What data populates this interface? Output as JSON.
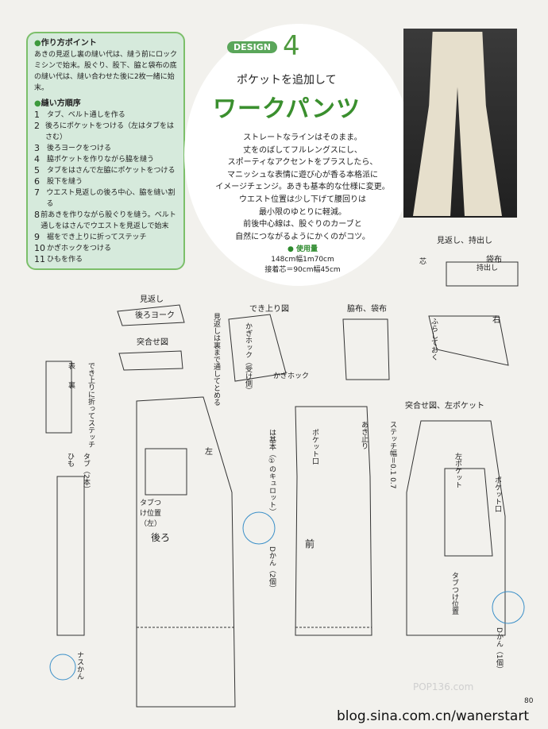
{
  "points_box": {
    "heading1": "作り方ポイント",
    "text1": "あきの見返し裏の縫い代は、縫う前にロックミシンで始末。股ぐり、股下、脇と袋布の底の縫い代は、縫い合わせた後に2枚一緒に始末。",
    "heading2": "縫い方順序",
    "steps": [
      {
        "n": "1",
        "t": "タブ、ベルト通しを作る"
      },
      {
        "n": "2",
        "t": "後ろにポケットをつける（左はタブをはさむ）"
      },
      {
        "n": "3",
        "t": "後ろヨークをつける"
      },
      {
        "n": "4",
        "t": "脇ポケットを作りながら脇を縫う"
      },
      {
        "n": "5",
        "t": "タブをはさんで左脇にポケットをつける"
      },
      {
        "n": "6",
        "t": "股下を縫う"
      },
      {
        "n": "7",
        "t": "ウエスト見返しの後ろ中心、脇を縫い割る"
      },
      {
        "n": "8",
        "t": "前あきを作りながら股ぐりを縫う。ベルト通しをはさんでウエストを見返しで始末"
      },
      {
        "n": "9",
        "t": "裾をでき上りに折ってステッチ"
      },
      {
        "n": "10",
        "t": "かぎホックをつける"
      },
      {
        "n": "11",
        "t": "ひもを作る"
      }
    ]
  },
  "header": {
    "design_label": "DESIGN",
    "design_number": "4",
    "subtitle": "ポケットを追加して",
    "title": "ワークパンツ",
    "description": [
      "ストレートなラインはそのまま。",
      "丈をのばしてフルレングスにし、",
      "スポーティなアクセントをプラスしたら、",
      "マニッシュな表情に遊び心が香る本格派に",
      "イメージチェンジ。あきも基本的な仕様に変更。",
      "ウエスト位置は少し下げて腰回りは",
      "最小限のゆとりに軽減。",
      "前後中心線は、股ぐりのカーブと",
      "自然につながるようにかくのがコツ。"
    ],
    "usage_heading": "使用量",
    "usage_lines": [
      "148cm幅1m70cm",
      "接着芯＝90cm幅45cm"
    ]
  },
  "labels": {
    "mikaeshi": "見返し",
    "ushiro_yoke": "後ろヨーク",
    "awase": "突合せ図",
    "dekiagari": "でき上り図",
    "wakinuno": "脇布、袋布",
    "mikaeshi_mochidashi": "見返し、持出し",
    "awase_left_pocket": "突合せ図、左ポケット",
    "himo": "ひも",
    "tab": "タブ（2本）",
    "ushiro": "後ろ",
    "mae": "前",
    "pocket_guchi": "ポケット口",
    "d_kan": "Dかん（2個）",
    "d_kan1": "Dかん（1個）",
    "nasu_kan": "ナスかん",
    "tab_tsuke": "タブつけ位置（左）",
    "tab_tsuke2": "タブつけ位置",
    "stitch": "でき上りに折ってステッチ",
    "kagihook": "かぎホック（受け側）",
    "kagi": "かぎホック",
    "kiseru": "は基本（①のキュロット）",
    "aki_agari": "あき止り",
    "stitch_width": "ステッチ幅＝0.1 0.7",
    "shin": "芯",
    "mochidashi": "持出し",
    "fukuronuno": "袋布",
    "migi": "右",
    "hidari": "左",
    "hidari_pocket": "左ポケット",
    "fura": "ふらしておく",
    "mikaeshi_side": "見返しは裏まで通してとめる",
    "omote": "表",
    "ura": "裏"
  },
  "footer": {
    "blog": "blog.sina.com.cn/wanerstart",
    "page": "80",
    "watermark": "POP136.com"
  }
}
